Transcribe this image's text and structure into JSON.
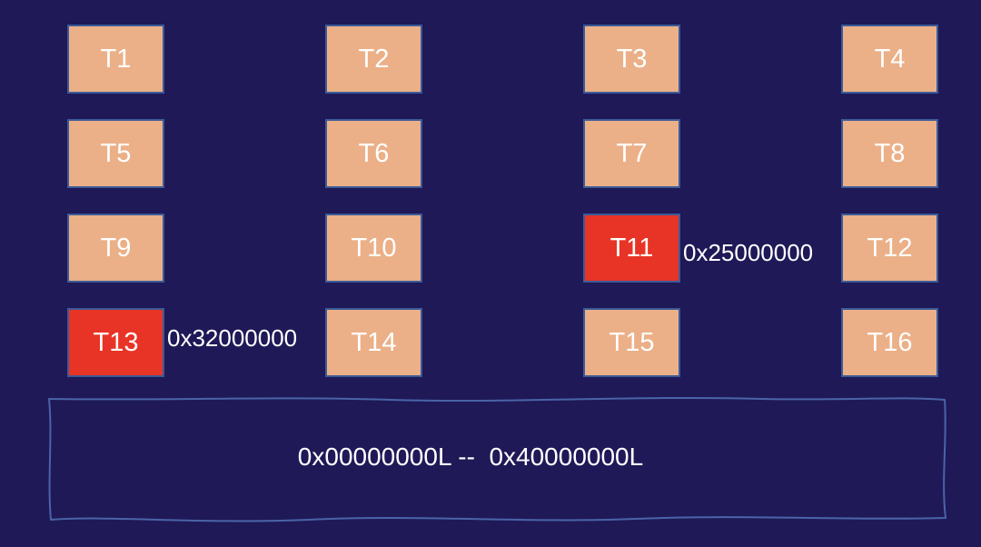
{
  "tiles": [
    {
      "label": "T1",
      "hot": false
    },
    {
      "label": "T2",
      "hot": false
    },
    {
      "label": "T3",
      "hot": false
    },
    {
      "label": "T4",
      "hot": false
    },
    {
      "label": "T5",
      "hot": false
    },
    {
      "label": "T6",
      "hot": false
    },
    {
      "label": "T7",
      "hot": false
    },
    {
      "label": "T8",
      "hot": false
    },
    {
      "label": "T9",
      "hot": false
    },
    {
      "label": "T10",
      "hot": false
    },
    {
      "label": "T11",
      "hot": true
    },
    {
      "label": "T12",
      "hot": false
    },
    {
      "label": "T13",
      "hot": true
    },
    {
      "label": "T14",
      "hot": false
    },
    {
      "label": "T15",
      "hot": false
    },
    {
      "label": "T16",
      "hot": false
    }
  ],
  "addresses": {
    "t11": "0x25000000",
    "t13": "0x32000000"
  },
  "memory": {
    "range": "0x00000000L --  0x40000000L"
  },
  "colors": {
    "background": "#1f1957",
    "tile_fill": "#ebb088",
    "tile_hot_fill": "#e83426",
    "tile_border": "#3c5a98",
    "memory_border": "#4a64a8"
  }
}
